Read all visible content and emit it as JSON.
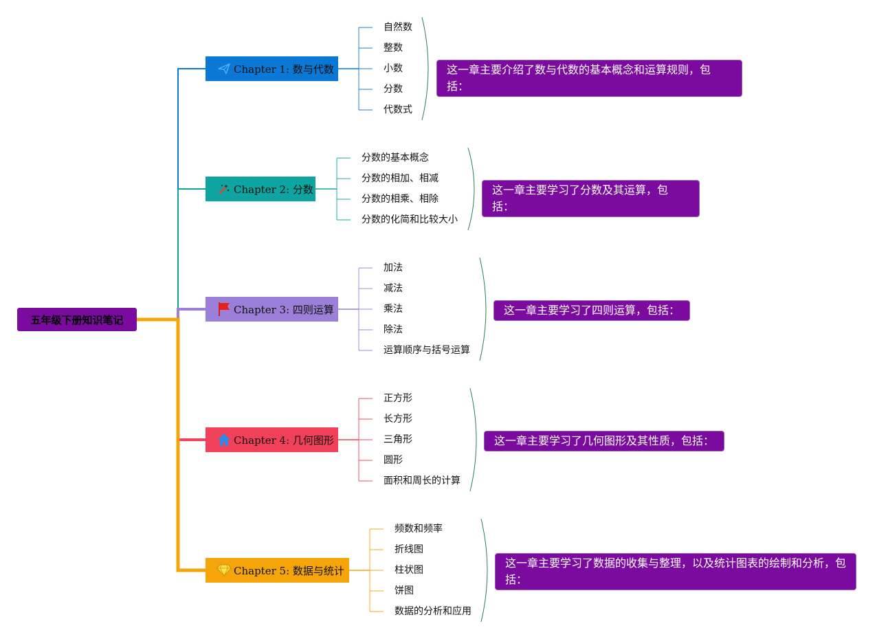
{
  "root": {
    "title": "五年级下册知识笔记",
    "color": "#7b0a9e"
  },
  "chapters": [
    {
      "label": "Chapter 1: 数与代数",
      "icon": "paper-plane-icon",
      "color": "#0a78d4",
      "items": [
        "自然数",
        "整数",
        "小数",
        "分数",
        "代数式"
      ],
      "summary": "这一章主要介绍了数与代数的基本概念和运算规则，包括："
    },
    {
      "label": "Chapter 2: 分数",
      "icon": "magic-wand-icon",
      "color": "#0ea5a0",
      "items": [
        "分数的基本概念",
        "分数的相加、相减",
        "分数的相乘、相除",
        "分数的化简和比较大小"
      ],
      "summary": "这一章主要学习了分数及其运算，包括："
    },
    {
      "label": "Chapter 3: 四则运算",
      "icon": "flag-icon",
      "color": "#9b7fd8",
      "items": [
        "加法",
        "减法",
        "乘法",
        "除法",
        "运算顺序与括号运算"
      ],
      "summary": "这一章主要学习了四则运算，包括："
    },
    {
      "label": "Chapter 4: 几何图形",
      "icon": "house-icon",
      "color": "#f0405a",
      "items": [
        "正方形",
        "长方形",
        "三角形",
        "圆形",
        "面积和周长的计算"
      ],
      "summary": "这一章主要学习了几何图形及其性质，包括："
    },
    {
      "label": "Chapter 5: 数据与统计",
      "icon": "diamond-icon",
      "color": "#f5a50a",
      "items": [
        "频数和频率",
        "折线图",
        "柱状图",
        "饼图",
        "数据的分析和应用"
      ],
      "summary": "这一章主要学习了数据的收集与整理，以及统计图表的绘制和分析，包括："
    }
  ],
  "colors": {
    "summary_bg": "#7b0a9e",
    "bracket": "#2e7d5b"
  }
}
